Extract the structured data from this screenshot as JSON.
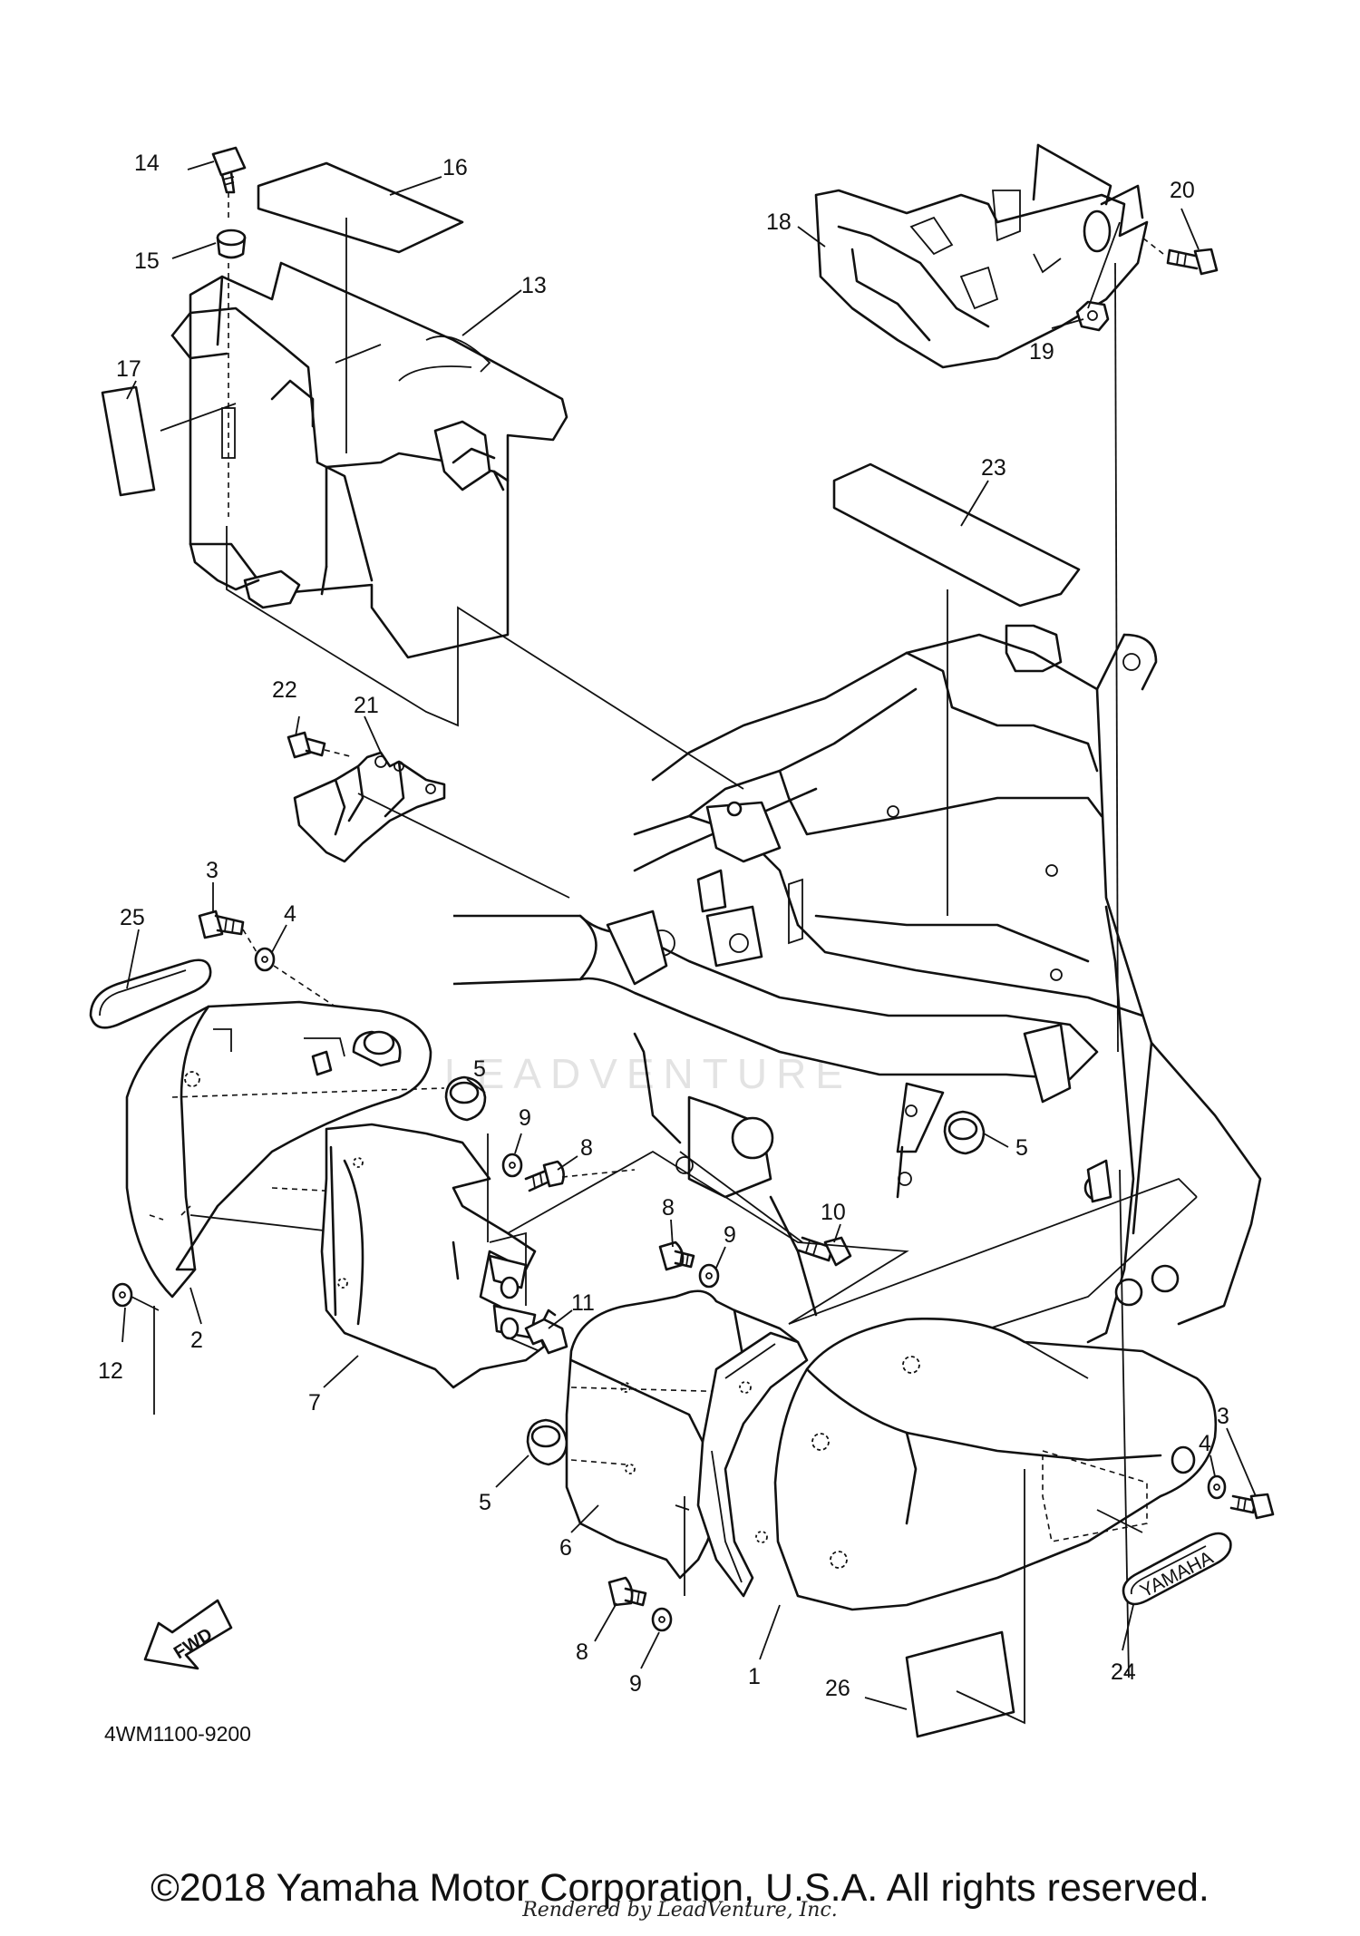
{
  "diagram_code": "4WM1100-9200",
  "fwd_label": "FWD",
  "emblem_text": "YAMAHA",
  "watermark": "LEADVENTURE",
  "copyright": "©2018 Yamaha Motor Corporation, U.S.A. All rights reserved.",
  "rendered_by": "Rendered by LeadVenture, Inc.",
  "callouts": {
    "c1": "1",
    "c2": "2",
    "c3a": "3",
    "c3b": "3",
    "c4a": "4",
    "c4b": "4",
    "c5a": "5",
    "c5b": "5",
    "c5c": "5",
    "c6": "6",
    "c7": "7",
    "c8a": "8",
    "c8b": "8",
    "c8c": "8",
    "c9a": "9",
    "c9b": "9",
    "c9c": "9",
    "c10": "10",
    "c11": "11",
    "c12": "12",
    "c13": "13",
    "c14": "14",
    "c15": "15",
    "c16": "16",
    "c17": "17",
    "c18": "18",
    "c19": "19",
    "c20": "20",
    "c21": "21",
    "c22": "22",
    "c23": "23",
    "c24": "24",
    "c25": "25",
    "c26": "26"
  }
}
